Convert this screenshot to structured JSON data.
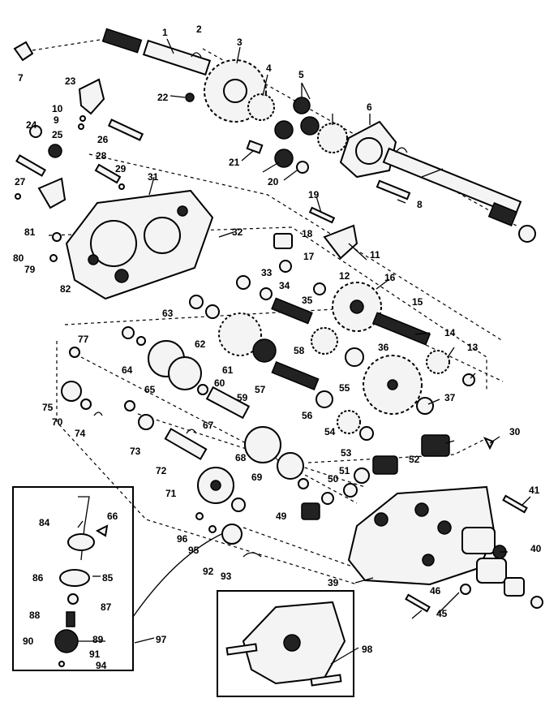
{
  "callouts": [
    "1",
    "2",
    "3",
    "4",
    "5",
    "6",
    "7",
    "8",
    "9",
    "10",
    "11",
    "12",
    "13",
    "14",
    "15",
    "16",
    "17",
    "18",
    "19",
    "20",
    "21",
    "22",
    "23",
    "24",
    "25",
    "26",
    "27",
    "28",
    "29",
    "30",
    "31",
    "32",
    "33",
    "34",
    "35",
    "36",
    "37",
    "39",
    "40",
    "41",
    "45",
    "46",
    "49",
    "50",
    "51",
    "52",
    "53",
    "54",
    "55",
    "56",
    "57",
    "58",
    "59",
    "60",
    "61",
    "62",
    "63",
    "64",
    "65",
    "66",
    "67",
    "68",
    "69",
    "70",
    "71",
    "72",
    "73",
    "74",
    "75",
    "77",
    "79",
    "80",
    "81",
    "82",
    "84",
    "85",
    "86",
    "87",
    "88",
    "89",
    "90",
    "91",
    "92",
    "93",
    "94",
    "95",
    "96",
    "97",
    "98"
  ]
}
